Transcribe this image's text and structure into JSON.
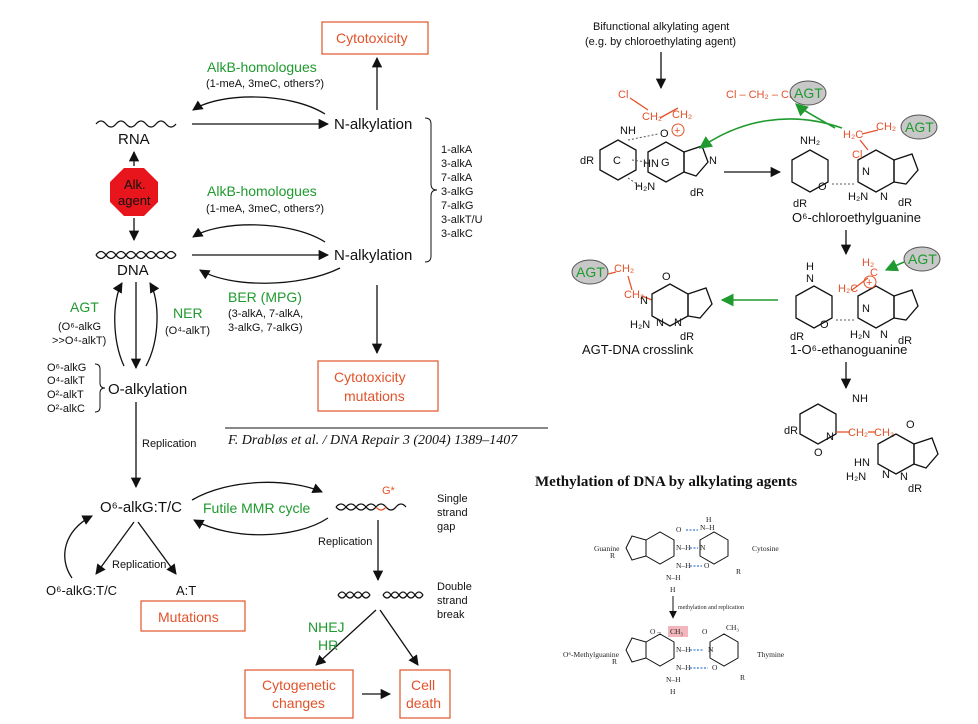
{
  "left_panel": {
    "rna_label": "RNA",
    "dna_label": "DNA",
    "agent_label_line1": "Alk.",
    "agent_label_line2": "agent",
    "cytotoxicity_top": "Cytotoxicity",
    "alkb_top_title": "AlkB-homologues",
    "alkb_top_sub": "(1-meA, 3meC, others?)",
    "n_alkylation_top": "N-alkylation",
    "alkb_mid_title": "AlkB-homologues",
    "alkb_mid_sub": "(1-meA, 3meC, others?)",
    "n_alkylation_mid": "N-alkylation",
    "n_alk_list": [
      "1-alkA",
      "3-alkA",
      "7-alkA",
      "3-alkG",
      "7-alkG",
      "3-alkT/U",
      "3-alkC"
    ],
    "ber_title": "BER (MPG)",
    "ber_sub": [
      "(3-alkA, 7-alkA,",
      "3-alkG, 7-alkG)"
    ],
    "cytotox_mutations": [
      "Cytotoxicity",
      "mutations"
    ],
    "agt_title": "AGT",
    "agt_sub": [
      "(O⁶-alkG",
      ">>O⁴-alkT)"
    ],
    "ner_title": "NER",
    "ner_sub": "(O⁴-alkT)",
    "o_alk_list": [
      "O⁶-alkG",
      "O⁴-alkT",
      "O²-alkT",
      "O²-alkC"
    ],
    "o_alkylation": "O-alkylation",
    "citation": "F. Drabløs et al. / DNA Repair 3 (2004) 1389–1407",
    "replication_1": "Replication",
    "o6_alkg_tc": "O⁶-alkG:T/C",
    "futile_mmr": "Futile MMR cycle",
    "g_star": "G*",
    "single_strand_gap": [
      "Single",
      "strand",
      "gap"
    ],
    "replication_2": "Replication",
    "replication_3": "Replication",
    "o6_alkg_tc_2": "O⁶-alkG:T/C",
    "a_t": "A:T",
    "mutations": "Mutations",
    "double_strand_break": [
      "Double",
      "strand",
      "break"
    ],
    "nhej": "NHEJ",
    "hr": "HR",
    "cytogenetic_changes": [
      "Cytogenetic",
      "changes"
    ],
    "cell_death": [
      "Cell",
      "death"
    ]
  },
  "right_panel": {
    "bifunctional_line1": "Bifunctional alkylating agent",
    "bifunctional_line2": "(e.g. by chloroethylating agent)",
    "agt": "AGT",
    "cl_ch2_ch2": "Cl – CH₂ – CH₂ –",
    "o6_chloroethylguanine": "O⁶-chloroethylguanine",
    "agt_dna_crosslink": "AGT-DNA crosslink",
    "ethanoguanine": "1-O⁶-ethanoguanine",
    "methylation_title": "Methylation  of DNA by alkylating agents",
    "guanine": "Guanine",
    "cytosine": "Cytosine",
    "methylation_and_replication": "methylation and replication",
    "o6_methylguanine": "O⁶-Methylguanine",
    "thymine": "Thymine",
    "ch3": "CH₃"
  },
  "colors": {
    "orange": "#e2532b",
    "green": "#1f9a2e",
    "stop_red": "#e8161c",
    "agt_fill": "#c8c8c8"
  }
}
